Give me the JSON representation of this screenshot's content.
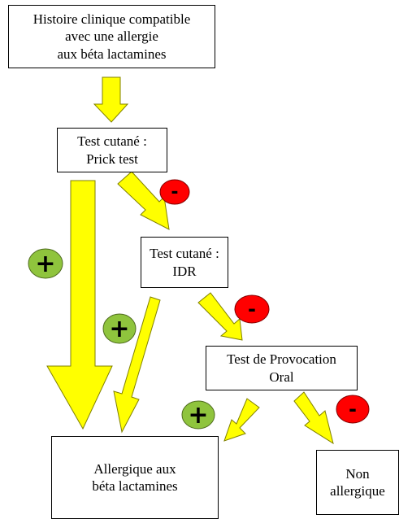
{
  "boxes": {
    "histoire": {
      "lines": [
        "Histoire clinique compatible",
        "avec une allergie",
        "aux béta lactamines"
      ]
    },
    "prick": {
      "lines": [
        "Test cutané :",
        "Prick test"
      ]
    },
    "idr": {
      "lines": [
        "Test cutané :",
        "IDR"
      ]
    },
    "tpo": {
      "lines": [
        "Test de Provocation",
        "Oral"
      ]
    },
    "allergique": {
      "lines": [
        "Allergique aux",
        "béta lactamines"
      ]
    },
    "non_allergique": {
      "lines": [
        "Non",
        "allergique"
      ]
    }
  },
  "signs": {
    "positive": "+",
    "negative": "-"
  },
  "colors": {
    "arrow_fill": "#ffff00",
    "arrow_stroke": "#808000",
    "positive": "#8fc43d",
    "negative": "#ff0000"
  }
}
